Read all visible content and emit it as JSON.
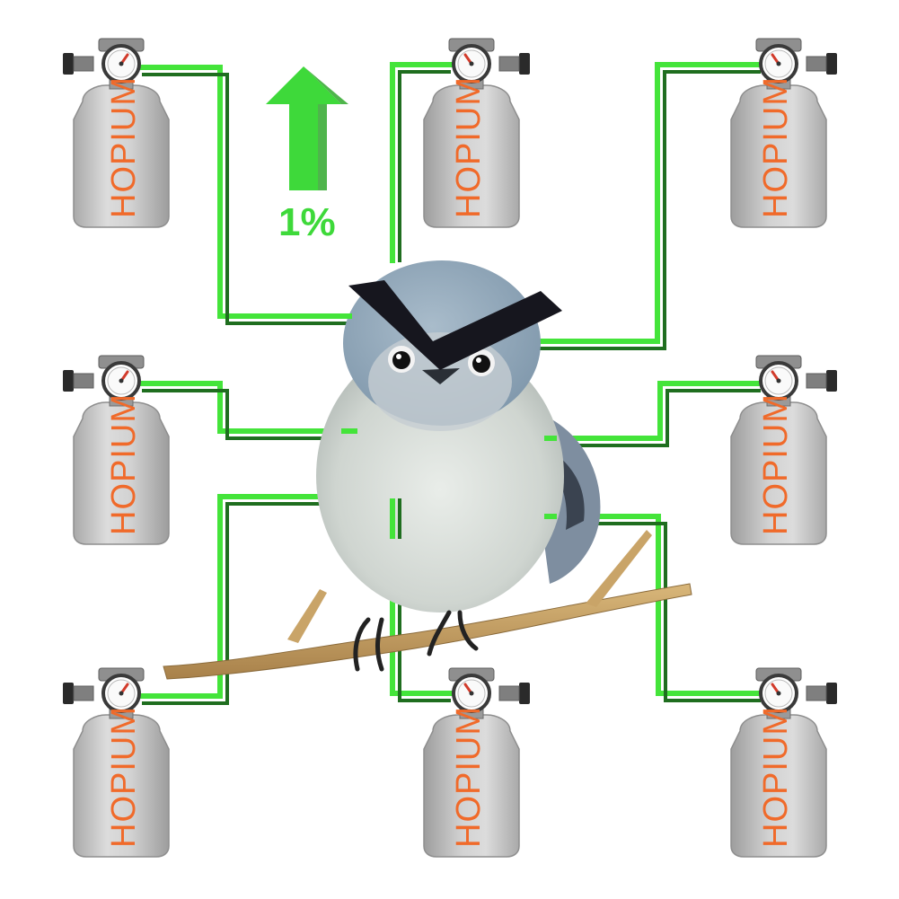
{
  "tank_label": "HOPIUM",
  "indicator": {
    "percent_text": "1%",
    "direction": "up-arrow-icon"
  },
  "colors": {
    "pipe_light": "#44e43a",
    "pipe_dark": "#1f6e1f",
    "arrow": "#3ed93a",
    "tank_body": "#c9c9c9",
    "tank_label": "#f06a2a",
    "background": "#ffffff",
    "bird_eyebrow": "#16161e"
  },
  "tank_count": 8
}
